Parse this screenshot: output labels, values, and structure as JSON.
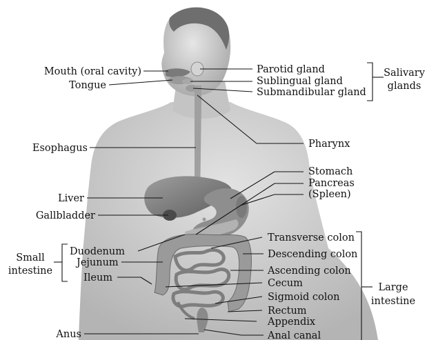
{
  "labels": {
    "mouth": "Mouth (oral cavity)",
    "tongue": "Tongue",
    "esophagus": "Esophagus",
    "liver": "Liver",
    "gallbladder": "Gallbladder",
    "small_intestine_1": "Small",
    "small_intestine_2": "intestine",
    "duodenum": "Duodenum",
    "jejunum": "Jejunum",
    "ileum": "Ileum",
    "anus": "Anus",
    "parotid": "Parotid gland",
    "sublingual": "Sublingual gland",
    "submandibular": "Submandibular gland",
    "salivary_1": "Salivary",
    "salivary_2": "glands",
    "pharynx": "Pharynx",
    "stomach": "Stomach",
    "pancreas": "Pancreas",
    "spleen": "(Spleen)",
    "transverse_colon": "Transverse colon",
    "descending_colon": "Descending colon",
    "ascending_colon": "Ascending colon",
    "cecum": "Cecum",
    "sigmoid_colon": "Sigmoid colon",
    "rectum": "Rectum",
    "appendix": "Appendix",
    "anal_canal": "Anal canal",
    "large_intestine_1": "Large",
    "large_intestine_2": "intestine"
  },
  "colors": {
    "skin": "#cfcfcf",
    "skin_dark": "#9a9a9a",
    "hair": "#6e6e6e",
    "organ": "#8c8c8c",
    "organ_dark": "#5a5a5a",
    "line": "#111111"
  }
}
